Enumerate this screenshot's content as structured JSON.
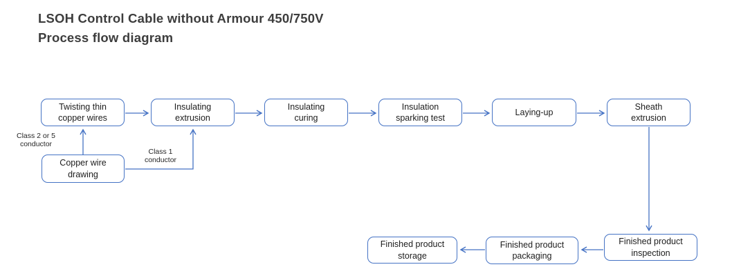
{
  "title": {
    "line1": "LSOH  Control Cable without Armour 450/750V",
    "line2": "Process flow diagram"
  },
  "colors": {
    "line": "#4472C4",
    "box_border": "#4472C4",
    "box_fill": "#ffffff",
    "text": "#1c1c1c",
    "title_text": "#3d3d3d"
  },
  "nodes": {
    "twisting": {
      "label": "Twisting thin\ncopper wires"
    },
    "insulating_extrusion": {
      "label": "Insulating\nextrusion"
    },
    "insulating_curing": {
      "label": "Insulating\ncuring"
    },
    "sparking_test": {
      "label": "Insulation\nsparking test"
    },
    "laying_up": {
      "label": "Laying-up"
    },
    "sheath_extrusion": {
      "label": "Sheath\nextrusion"
    },
    "copper_drawing": {
      "label": "Copper wire\ndrawing"
    },
    "inspection": {
      "label": "Finished product\ninspection"
    },
    "packaging": {
      "label": "Finished product\npackaging"
    },
    "storage": {
      "label": "Finished product\nstorage"
    }
  },
  "annotations": {
    "class_2_or_5": "Class 2 or 5\nconductor",
    "class_1": "Class 1\nconductor"
  },
  "edges": [
    {
      "from": "Twisting thin copper wires",
      "to": "Insulating extrusion"
    },
    {
      "from": "Insulating extrusion",
      "to": "Insulating curing"
    },
    {
      "from": "Insulating curing",
      "to": "Insulation sparking test"
    },
    {
      "from": "Insulation sparking test",
      "to": "Laying-up"
    },
    {
      "from": "Laying-up",
      "to": "Sheath extrusion"
    },
    {
      "from": "Copper wire drawing",
      "to": "Twisting thin copper wires",
      "label": "Class 2 or 5 conductor"
    },
    {
      "from": "Copper wire drawing",
      "to": "Insulating extrusion",
      "label": "Class 1 conductor"
    },
    {
      "from": "Sheath extrusion",
      "to": "Finished product inspection"
    },
    {
      "from": "Finished product inspection",
      "to": "Finished product packaging"
    },
    {
      "from": "Finished product packaging",
      "to": "Finished product storage"
    }
  ]
}
